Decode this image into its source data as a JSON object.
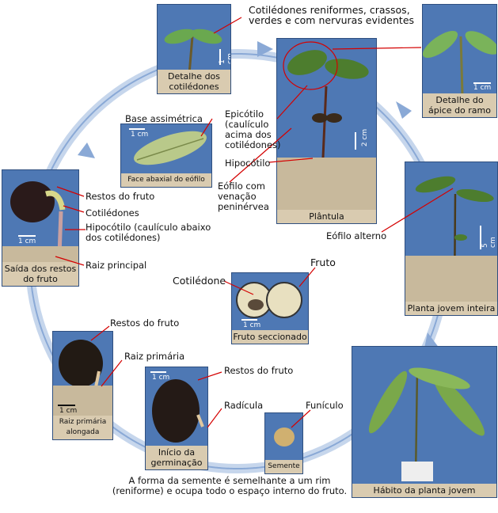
{
  "panels": {
    "cotiledones": {
      "caption": "Detalhe dos cotilédones",
      "scale": "1 cm"
    },
    "apice": {
      "caption": "Detalhe do ápice do ramo",
      "scale": "1 cm"
    },
    "plantula": {
      "caption": "Plântula",
      "scale": "2 cm"
    },
    "eofilo": {
      "caption": "Face abaxial do eófilo",
      "scale": "1 cm"
    },
    "saida": {
      "caption": "Saída dos restos do fruto",
      "scale": "1 cm"
    },
    "jovem": {
      "caption": "Planta jovem inteira",
      "scale": "5 cm"
    },
    "fruto": {
      "caption": "Fruto seccionado",
      "scale": "1 cm"
    },
    "habito": {
      "caption": "Hábito da planta jovem"
    },
    "raiz": {
      "caption": "Raiz primária alongada",
      "scale": "1 cm"
    },
    "inicio": {
      "caption": "Início da germinação",
      "scale": "1 cm"
    },
    "semente": {
      "caption": "Semente"
    }
  },
  "labels": {
    "cotiledones_reniformes": "Cotilédones reniformes, crassos, verdes e com nervuras evidentes",
    "base_assimetrica": "Base assimétrica",
    "epicotilo": "Epicótilo (caulículo acima dos cotilédones)",
    "hipocotilo": "Hipocótilo",
    "eofilo_venacao": "Eófilo com venação peninérvea",
    "restos_fruto_1": "Restos do fruto",
    "cotiledones": "Cotilédones",
    "hipocotilo_caulic": "Hipocótilo (caulículo abaixo dos cotilédones)",
    "raiz_principal": "Raiz principal",
    "eofilo_alterno": "Eófilo alterno",
    "fruto": "Fruto",
    "cotiledone": "Cotilédone",
    "restos_fruto_2": "Restos do fruto",
    "raiz_primaria": "Raiz primária",
    "restos_fruto_3": "Restos do fruto",
    "radicula": "Radícula",
    "funiculo": "Funículo",
    "semente_nota": "A forma da semente é semelhante a um rim (reniforme) e ocupa todo o espaço interno do fruto."
  },
  "colors": {
    "panel_blue": "#4e78b4",
    "cycle_arrow": "#a9c0e0",
    "pointer_red": "#d40000",
    "soil": "#c8b99c"
  }
}
